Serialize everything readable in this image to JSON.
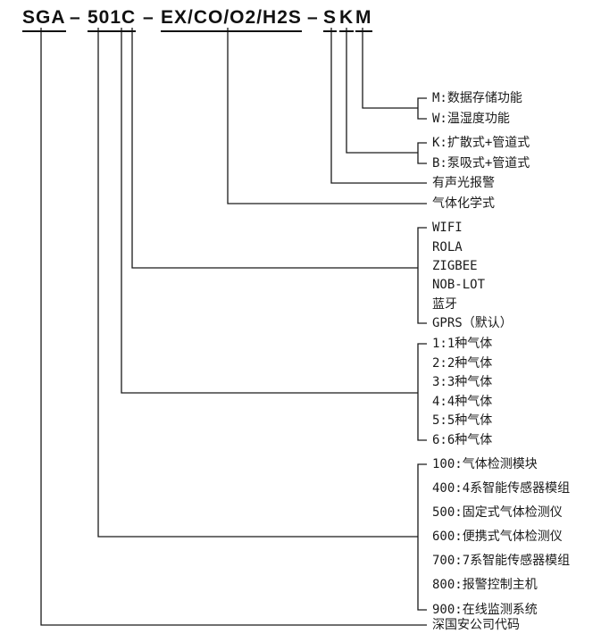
{
  "model_code": {
    "full": "SGA – 501C – EX/CO/O2/H2S – SKM",
    "segments": [
      "SGA",
      "–",
      "501C",
      "–",
      "EX/CO/O2/H2S",
      "–",
      "S",
      "K",
      "M"
    ]
  },
  "branches": [
    {
      "name": "storage-function",
      "items": [
        "M:数据存储功能",
        "W:温湿度功能"
      ]
    },
    {
      "name": "sampling-mode",
      "items": [
        "K:扩散式+管道式",
        "B:泵吸式+管道式"
      ]
    },
    {
      "name": "alarm",
      "items": [
        "有声光报警"
      ]
    },
    {
      "name": "gas-formula",
      "items": [
        "气体化学式"
      ]
    },
    {
      "name": "communication",
      "items": [
        "WIFI",
        "ROLA",
        "ZIGBEE",
        "NOB-LOT",
        "蓝牙",
        "GPRS（默认）"
      ]
    },
    {
      "name": "gas-count",
      "items": [
        "1:1种气体",
        "2:2种气体",
        "3:3种气体",
        "4:4种气体",
        "5:5种气体",
        "6:6种气体"
      ]
    },
    {
      "name": "product-series",
      "items": [
        "100:气体检测模块",
        "400:4系智能传感器模组",
        "500:固定式气体检测仪",
        "600:便携式气体检测仪",
        "700:7系智能传感器模组",
        "800:报警控制主机",
        "900:在线监测系统"
      ]
    },
    {
      "name": "company-code",
      "items": [
        "深国安公司代码"
      ]
    }
  ],
  "colors": {
    "line": "#1a1a1a",
    "text": "#1a1a1a",
    "background": "#ffffff"
  }
}
